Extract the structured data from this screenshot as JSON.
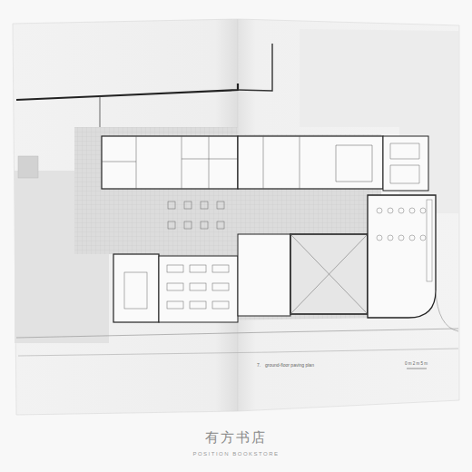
{
  "diagram": {
    "labels": [
      "7.",
      "ground-floor paving plan",
      "0 m 2 m 5 m",
      "有方书店",
      "POSITION BOOKSTORE"
    ]
  }
}
